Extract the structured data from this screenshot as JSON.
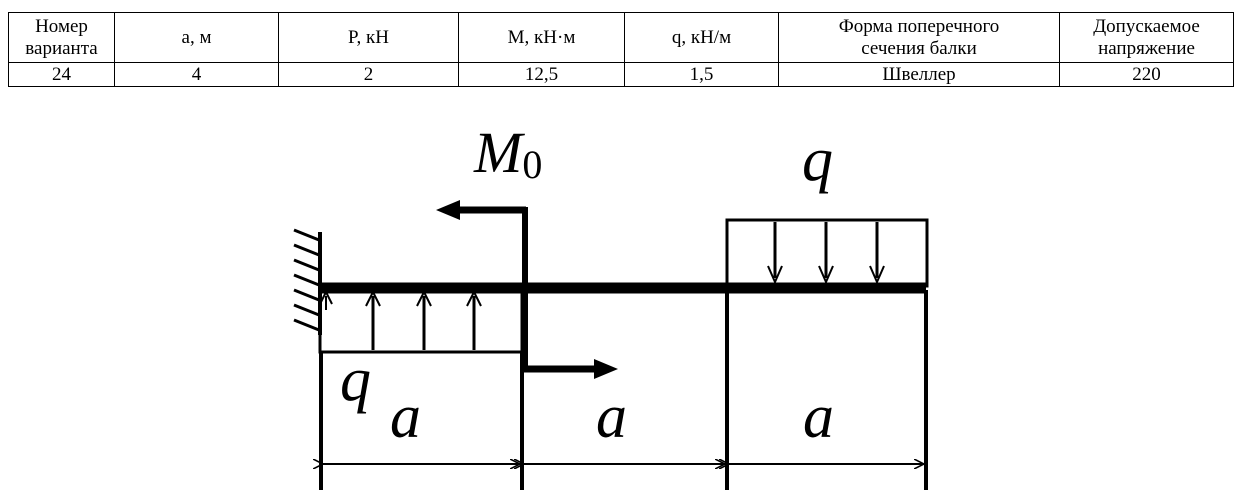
{
  "table": {
    "headers": [
      {
        "line1": "Номер",
        "line2": "варианта"
      },
      {
        "line1": "a, м",
        "line2": ""
      },
      {
        "line1": "P, кН",
        "line2": ""
      },
      {
        "line1": "M, кН·м",
        "line2": ""
      },
      {
        "line1": "q, кН/м",
        "line2": ""
      },
      {
        "line1": "Форма поперечного",
        "line2": "сечения балки"
      },
      {
        "line1": "Допускаемое",
        "line2": "напряжение"
      }
    ],
    "row": [
      "24",
      "4",
      "2",
      "12,5",
      "1,5",
      "Швеллер",
      "220"
    ]
  },
  "diagram": {
    "moment_label": "M",
    "moment_subscript": "0",
    "load_label_top": "q",
    "load_label_bottom": "q",
    "span_labels": [
      "a",
      "a",
      "a"
    ]
  }
}
